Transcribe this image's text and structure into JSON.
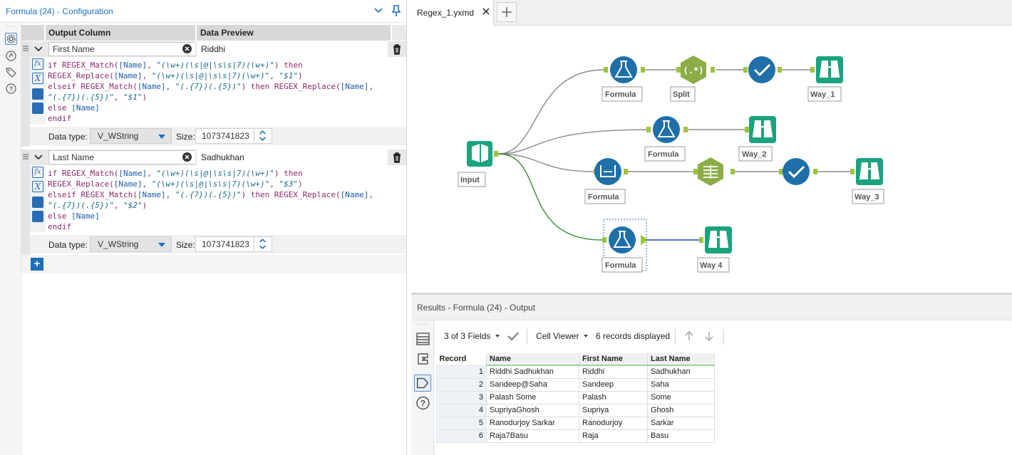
{
  "config": {
    "title": "Formula (24) - Configuration",
    "headers": {
      "output": "Output Column",
      "preview": "Data Preview"
    },
    "fields": [
      {
        "name": "First Name",
        "preview": "Riddhi",
        "code": [
          [
            [
              "kw",
              "if "
            ],
            [
              "kw",
              "REGEX_Match"
            ],
            [
              "kw",
              "("
            ],
            [
              "br",
              "[Name]"
            ],
            [
              "kw",
              ", "
            ],
            [
              "st",
              "\"(\\w+)(\\s|@|\\s\\s|7)(\\w+)\""
            ],
            [
              "kw",
              ") then"
            ]
          ],
          [
            [
              "kw",
              "REGEX_Replace"
            ],
            [
              "kw",
              "("
            ],
            [
              "br",
              "[Name]"
            ],
            [
              "kw",
              ", "
            ],
            [
              "st",
              "\"(\\w+)(\\s|@|\\s\\s|7)(\\w+)\""
            ],
            [
              "kw",
              ", "
            ],
            [
              "st",
              "\"$1\""
            ],
            [
              "kw",
              ")"
            ]
          ],
          [
            [
              "kw",
              "elseif REGEX_Match"
            ],
            [
              "kw",
              "("
            ],
            [
              "br",
              "[Name]"
            ],
            [
              "kw",
              ", "
            ],
            [
              "st",
              "\"(.{7})(.{5})\""
            ],
            [
              "kw",
              ") then REGEX_Replace"
            ],
            [
              "kw",
              "("
            ],
            [
              "br",
              "[Name]"
            ],
            [
              "kw",
              ","
            ]
          ],
          [
            [
              "st",
              "\"(.{7})(.{5})\""
            ],
            [
              "kw",
              ", "
            ],
            [
              "st",
              "\"$1\""
            ],
            [
              "kw",
              ")"
            ]
          ],
          [
            [
              "kw",
              "else "
            ],
            [
              "br",
              "[Name]"
            ]
          ],
          [
            [
              "kw",
              "endif"
            ]
          ]
        ],
        "data_type_label": "Data type:",
        "data_type": "V_WString",
        "size_label": "Size:",
        "size": "1073741823"
      },
      {
        "name": "Last Name",
        "preview": "Sadhukhan",
        "code": [
          [
            [
              "kw",
              "if "
            ],
            [
              "kw",
              "REGEX_Match"
            ],
            [
              "kw",
              "("
            ],
            [
              "br",
              "[Name]"
            ],
            [
              "kw",
              ", "
            ],
            [
              "st",
              "\"(\\w+)(\\s|@|\\s\\s|7)(\\w+)\""
            ],
            [
              "kw",
              ") then"
            ]
          ],
          [
            [
              "kw",
              "REGEX_Replace"
            ],
            [
              "kw",
              "("
            ],
            [
              "br",
              "[Name]"
            ],
            [
              "kw",
              ", "
            ],
            [
              "st",
              "\"(\\w+)(\\s|@|\\s\\s|7)(\\w+)\""
            ],
            [
              "kw",
              ", "
            ],
            [
              "st",
              "\"$3\""
            ],
            [
              "kw",
              ")"
            ]
          ],
          [
            [
              "kw",
              "elseif REGEX_Match"
            ],
            [
              "kw",
              "("
            ],
            [
              "br",
              "[Name]"
            ],
            [
              "kw",
              ", "
            ],
            [
              "st",
              "\"(.{7})(.{5})\""
            ],
            [
              "kw",
              ") then REGEX_Replace"
            ],
            [
              "kw",
              "("
            ],
            [
              "br",
              "[Name]"
            ],
            [
              "kw",
              ","
            ]
          ],
          [
            [
              "st",
              "\"(.{7})(.{5})\""
            ],
            [
              "kw",
              ", "
            ],
            [
              "st",
              "\"$2\""
            ],
            [
              "kw",
              ")"
            ]
          ],
          [
            [
              "kw",
              "else "
            ],
            [
              "br",
              "[Name]"
            ]
          ],
          [
            [
              "kw",
              "endif"
            ]
          ]
        ],
        "data_type_label": "Data type:",
        "data_type": "V_WString",
        "size_label": "Size:",
        "size": "1073741823"
      }
    ],
    "add_label": "+"
  },
  "tabs": {
    "file": "Regex_1.yxmd",
    "add": "+"
  },
  "workflow": {
    "input": {
      "label": "Input"
    },
    "formula_1": {
      "label": "Formula"
    },
    "split": {
      "label": "Split",
      "glyph": "(.*)"
    },
    "way_1": {
      "label": "Way_1"
    },
    "formula_2": {
      "label": "Formula"
    },
    "way_2": {
      "label": "Way_2"
    },
    "formula_3": {
      "label": "Formula"
    },
    "way_3": {
      "label": "Way_3"
    },
    "formula_4": {
      "label": "Formula"
    },
    "way_4": {
      "label": "Way 4"
    },
    "colors": {
      "blue": "#1f6fa8",
      "green": "#1aa37f",
      "olive": "#8cad45",
      "connector": "#9bc53d",
      "wire": "#8a8a8a",
      "wire_selected": "#2a3fb5",
      "wire_green": "#3a8a3a"
    }
  },
  "results": {
    "title": "Results - Formula (24) - Output",
    "fields_label": "3 of 3 Fields",
    "viewer_label": "Cell Viewer",
    "records_label": "6 records displayed",
    "columns": [
      "Record",
      "Name",
      "First Name",
      "Last Name"
    ],
    "rows": [
      [
        "1",
        "Riddhi Sadhukhan",
        "Riddhi",
        "Sadhukhan"
      ],
      [
        "2",
        "Sandeep@Saha",
        "Sandeep",
        "Saha"
      ],
      [
        "3",
        "Palash  Some",
        "Palash",
        "Some"
      ],
      [
        "4",
        "SupriyaGhosh",
        "Supriya",
        "Ghosh"
      ],
      [
        "5",
        "Ranodurjoy Sarkar",
        "Ranodurjoy",
        "Sarkar"
      ],
      [
        "6",
        "Raja7Basu",
        "Raja",
        "Basu"
      ]
    ]
  }
}
